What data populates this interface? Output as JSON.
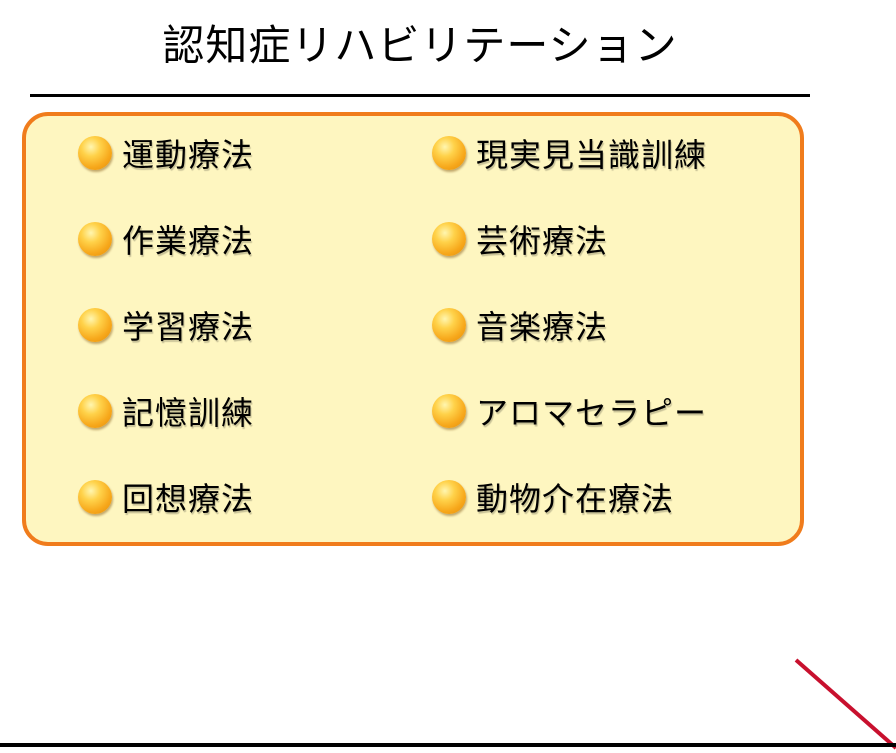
{
  "title": "認知症リハビリテーション",
  "colors": {
    "panel_border": "#f07c1c",
    "panel_fill": "#fef6c0",
    "bullet": "#f7a81b",
    "diagonal_line": "#c8102e"
  },
  "bullet_icon": "orange-ball-icon",
  "left_items": [
    {
      "label": "運動療法"
    },
    {
      "label": "作業療法"
    },
    {
      "label": "学習療法"
    },
    {
      "label": "記憶訓練"
    },
    {
      "label": "回想療法"
    }
  ],
  "right_items": [
    {
      "label": "現実見当識訓練"
    },
    {
      "label": "芸術療法"
    },
    {
      "label": "音楽療法"
    },
    {
      "label": "アロマセラピー"
    },
    {
      "label": "動物介在療法"
    }
  ]
}
